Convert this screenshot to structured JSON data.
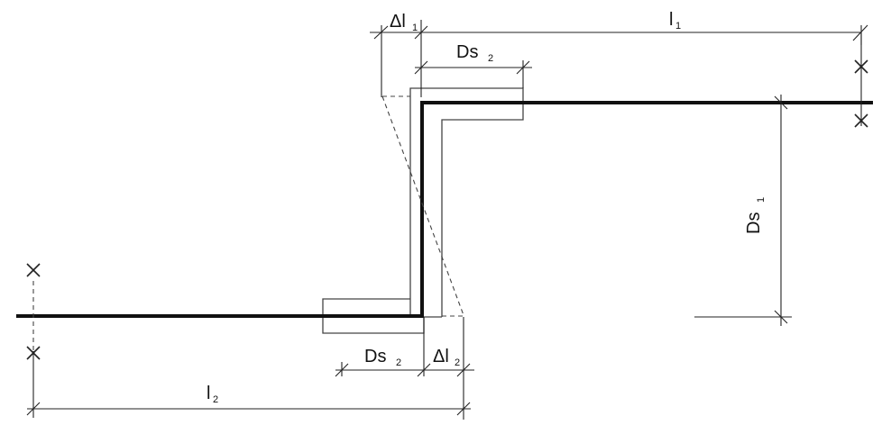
{
  "diagram": {
    "labels": {
      "delta_l1": "Δl",
      "delta_l1_sub": "1",
      "l1": "l",
      "l1_sub": "1",
      "ds2_top": "Ds",
      "ds2_top_sub": "2",
      "ds1": "Ds",
      "ds1_sub": "1",
      "ds2_bottom": "Ds",
      "ds2_bottom_sub": "2",
      "delta_l2": "Δl",
      "delta_l2_sub": "2",
      "l2": "l",
      "l2_sub": "2"
    },
    "colors": {
      "line": "#111111",
      "outline": "#444444",
      "background": "#ffffff"
    }
  }
}
